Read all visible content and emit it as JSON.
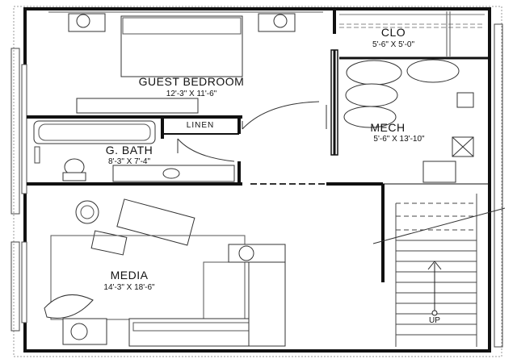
{
  "rooms": {
    "guest_bedroom": {
      "name": "GUEST BEDROOM",
      "dims": "12'-3\" X 11'-6\""
    },
    "clo": {
      "name": "CLO",
      "dims": "5'-6\" X 5'-0\""
    },
    "mech": {
      "name": "MECH",
      "dims": "5'-6\" X 13'-10\""
    },
    "linen": {
      "name": "LINEN"
    },
    "bath": {
      "name": "G. BATH",
      "dims": "8'-3\" X 7'-4\""
    },
    "media": {
      "name": "MEDIA",
      "dims": "14'-3\" X 18'-6\""
    }
  },
  "stair": {
    "label": "UP"
  },
  "colors": {
    "wall": "#111111",
    "line": "#222222",
    "paper": "#ffffff"
  }
}
